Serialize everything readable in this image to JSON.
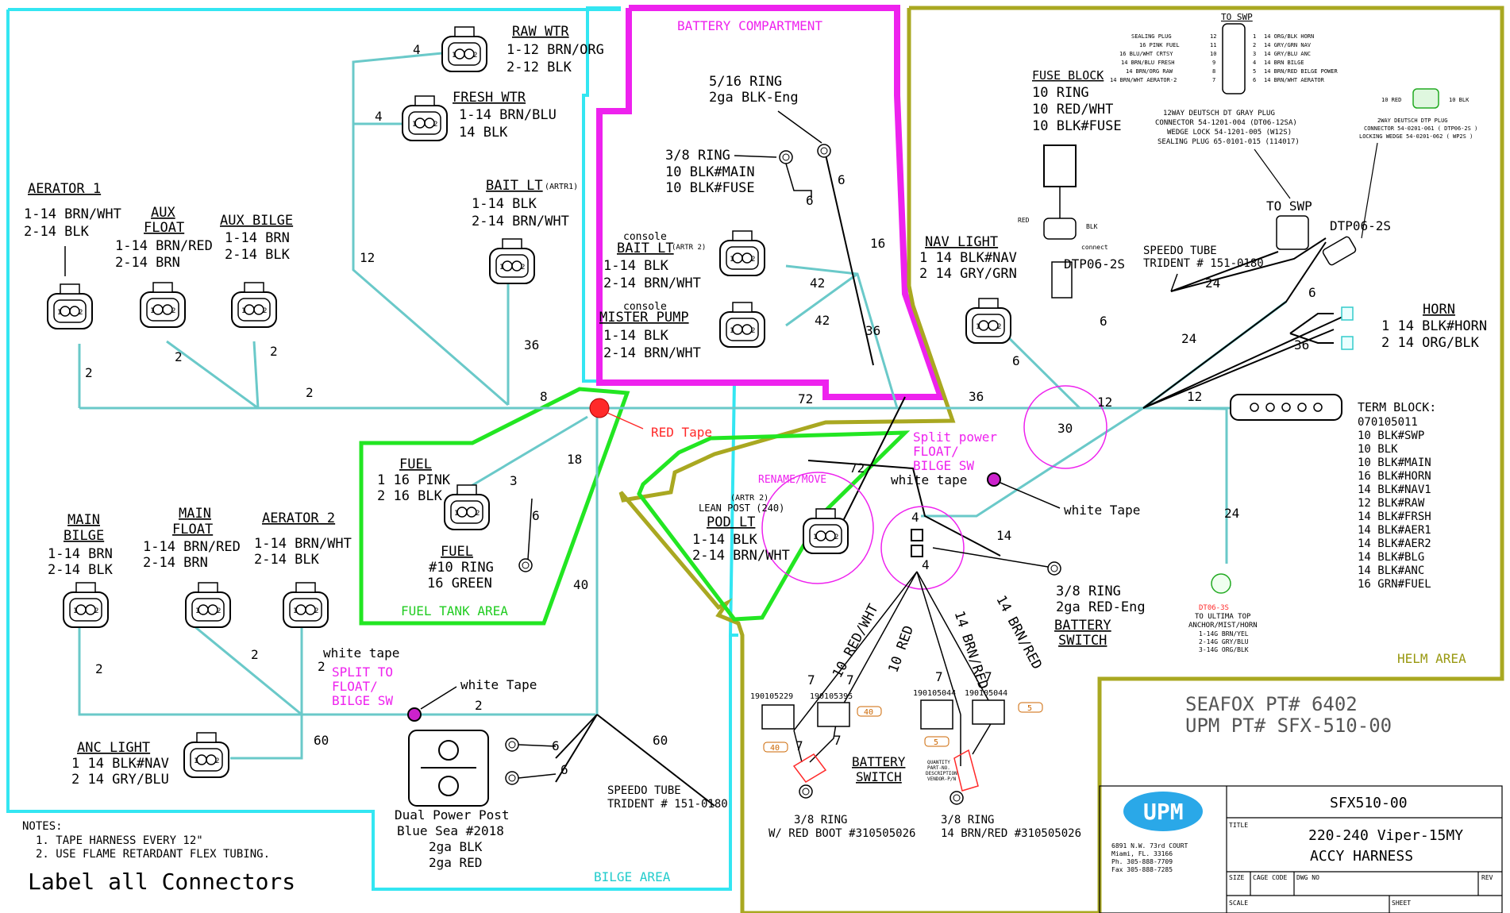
{
  "areas": {
    "battery_compartment": "BATTERY COMPARTMENT",
    "fuel_tank_area": "FUEL TANK AREA",
    "bilge_area": "BILGE AREA",
    "helm_area": "HELM AREA"
  },
  "connectors": {
    "raw_wtr": {
      "title": "RAW WTR",
      "pin1": "1-12 BRN/ORG",
      "pin2": "2-12 BLK"
    },
    "fresh_wtr": {
      "title": "FRESH WTR",
      "pin1": "1-14 BRN/BLU",
      "pin2": "14 BLK"
    },
    "aerator1": {
      "title": "AERATOR 1",
      "pin1": "1-14 BRN/WHT",
      "pin2": "2-14 BLK"
    },
    "aux_float": {
      "title1": "AUX",
      "title2": "FLOAT",
      "pin1": "1-14 BRN/RED",
      "pin2": "2-14 BRN"
    },
    "aux_bilge": {
      "title": "AUX BILGE",
      "pin1": "1-14 BRN",
      "pin2": "2-14 BLK"
    },
    "bait_lt": {
      "title": "BAIT LT",
      "code": "(ARTR1)",
      "pin1": "1-14 BLK",
      "pin2": "2-14 BRN/WHT"
    },
    "bait_lt2": {
      "caption": "console",
      "title": "BAIT LT",
      "code": "(ARTR 2)",
      "pin1": "1-14 BLK",
      "pin2": "2-14 BRN/WHT"
    },
    "mister_pump": {
      "caption": "console",
      "title": "MISTER PUMP",
      "pin1": "1-14 BLK",
      "pin2": "2-14 BRN/WHT"
    },
    "fuel": {
      "title": "FUEL",
      "pin1": "1 16 PINK",
      "pin2": "2 16 BLK"
    },
    "fuel_ring": {
      "title": "FUEL",
      "line1": "#10 RING",
      "line2": "16 GREEN"
    },
    "main_bilge": {
      "title1": "MAIN",
      "title2": "BILGE",
      "pin1": "1-14 BRN",
      "pin2": "2-14 BLK"
    },
    "main_float": {
      "title1": "MAIN",
      "title2": "FLOAT",
      "pin1": "1-14 BRN/RED",
      "pin2": "2-14 BRN"
    },
    "aerator2": {
      "title": "AERATOR 2",
      "pin1": "1-14 BRN/WHT",
      "pin2": "2-14 BLK"
    },
    "anc_light": {
      "title": "ANC LIGHT",
      "pin1": "1 14 BLK#NAV",
      "pin2": "2 14 GRY/BLU"
    },
    "pod_lt": {
      "code": "(ARTR 2)",
      "caption": "LEAN POST (240)",
      "title": "POD LT",
      "pin1": "1-14 BLK",
      "pin2": "2-14 BRN/WHT",
      "rename": "RENAME/MOVE"
    },
    "nav_light": {
      "title": "NAV LIGHT",
      "pin1": "1 14 BLK#NAV",
      "pin2": "2 14 GRY/GRN"
    },
    "horn": {
      "title": "HORN",
      "pin1": "1 14 BLK#HORN",
      "pin2": "2 14 ORG/BLK"
    }
  },
  "battery_labels": {
    "ring516": "5/16 RING",
    "ring516b": "2ga BLK-Eng",
    "ring38": "3/8 RING",
    "ring38b": "10 BLK#MAIN",
    "ring38c": "10 BLK#FUSE"
  },
  "fuse_block": {
    "title": "FUSE BLOCK",
    "l1": "10 RING",
    "l2": "10 RED/WHT",
    "l3": "10 BLK#FUSE",
    "red": "RED",
    "blk": "BLK",
    "connect": "connect",
    "dtp": "DTP06-2S"
  },
  "to_swp": {
    "title": "TO SWP",
    "left_pins": [
      "SEALING PLUG",
      "16 PINK FUEL",
      "16 BLU/WHT CRTSY",
      "14 BRN/BLU FRESH",
      "14 BRN/ORG RAW",
      "14 BRN/WHT AERATOR-2"
    ],
    "left_nums": [
      "12",
      "11",
      "10",
      "9",
      "8",
      "7"
    ],
    "right_nums": [
      "1",
      "2",
      "3",
      "4",
      "5",
      "6"
    ],
    "right_pins": [
      "14 ORG/BLK HORN",
      "14 GRY/GRN NAV",
      "14 GRY/BLU ANC",
      "14 BRN BILGE",
      "14 BRN/RED BILGE POWER",
      "14 BRN/WHT AERATOR"
    ],
    "caption1": "12WAY DEUTSCH DT GRAY PLUG",
    "caption2": "CONNECTOR 54-1201-004 (DT06-12SA)",
    "caption3": "WEDGE LOCK 54-1201-005 (W12S)",
    "caption4": "SEALING PLUG 65-0101-015 (114017)",
    "label2": "TO SWP"
  },
  "dtp2way": {
    "red": "10 RED",
    "blk": "10 BLK",
    "c1": "2WAY DEUTSCH DTP PLUG",
    "c2": "CONNECTOR 54-0201-061 ( DTP06-2S )",
    "c3": "LOCKING WEDGE 54-0201-062 ( WP2S )",
    "label": "DTP06-2S"
  },
  "speedo_helm": {
    "l1": "SPEEDO TUBE",
    "l2": "TRIDENT # 151-0180"
  },
  "speedo_bilge": {
    "l1": "SPEEDO TUBE",
    "l2": "TRIDENT # 151-0180"
  },
  "term_block": {
    "title": "TERM BLOCK:",
    "lines": [
      "070105011",
      "10 BLK#SWP",
      "10 BLK",
      "10 BLK#MAIN",
      "16 BLK#HORN",
      "14 BLK#NAV1",
      "12 BLK#RAW",
      "14 BLK#FRSH",
      "14 BLK#AER1",
      "14 BLK#AER2",
      "14 BLK#BLG",
      "14 BLK#ANC",
      "16 GRN#FUEL"
    ]
  },
  "dt06": {
    "title": "DT06-3S",
    "l1": "TO ULTIMA TOP",
    "l2": "ANCHOR/MIST/HORN",
    "l3": "1-14G BRN/YEL",
    "l4": "2-14G GRY/BLU",
    "l5": "3-14G ORG/BLK"
  },
  "tape": {
    "red": "RED Tape",
    "split_helm1": "Split power",
    "split_helm2": "FLOAT/",
    "split_helm3": "BILGE SW",
    "white_helm": "white tape",
    "white_helm2": "white Tape",
    "split_bilge1": "SPLIT TO",
    "split_bilge2": "FLOAT/",
    "split_bilge3": "BILGE SW",
    "white_bilge": "white tape",
    "white_bilge2": "white Tape"
  },
  "battery_switch": {
    "ring": "3/8 RING",
    "ring2": "2ga RED-Eng",
    "label1": "BATTERY",
    "label2": "SWITCH"
  },
  "switch_parts": {
    "p1": "190105229",
    "p2": "190105395",
    "p3": "190105044",
    "p4": "190105044",
    "tag40a": "40",
    "tag40b": "40",
    "tag5a": "5",
    "tag5b": "5",
    "w1": "10 RED/WHT",
    "w2": "10 RED",
    "w3": "14 BRN/RED",
    "w4": "14 BRN/RED",
    "bs1": "BATTERY",
    "bs2": "SWITCH",
    "ringA1": "3/8 RING",
    "ringA2": "W/ RED BOOT #310505026",
    "ringB1": "3/8 RING",
    "ringB2": "14 BRN/RED #310505026",
    "qty1": "QUANTITY",
    "qty2": "PART-NO.",
    "qty3": "DESCRIPTION",
    "qty4": "VENDOR-P/N"
  },
  "power_post": {
    "l1": "Dual Power Post",
    "l2": "Blue Sea #2018",
    "l3": "2ga BLK",
    "l4": "2ga RED"
  },
  "notes": {
    "title": "NOTES:",
    "n1": "1. TAPE HARNESS EVERY 12\"",
    "n2": "2. USE FLAME RETARDANT FLEX TUBING.",
    "label_all": "Label all Connectors"
  },
  "title_block": {
    "seafox": "SEAFOX PT# 6402",
    "upm": "UPM PT# SFX-510-00",
    "logo": "UPM",
    "addr1": "6891 N.W. 73rd COURT",
    "addr2": "Miami, FL. 33166",
    "addr3": "Ph. 305-888-7709",
    "addr4": "Fax 305-888-7285",
    "part": "SFX510-00",
    "title_lbl": "TITLE",
    "title1": "220-240 Viper-15MY",
    "title2": "ACCY HARNESS",
    "size": "SIZE",
    "cage": "CAGE CODE",
    "dwg": "DWG NO",
    "rev": "REV",
    "scale": "SCALE",
    "sheet": "SHEET"
  },
  "wire_counts": {
    "c4a": "4",
    "c4b": "4",
    "c12": "12",
    "c36a": "36",
    "c2a": "2",
    "c2b": "2",
    "c2c": "2",
    "c2d": "2",
    "c8": "8",
    "c72a": "72",
    "c6a": "6",
    "c6b": "6",
    "c16": "16",
    "c42a": "42",
    "c42b": "42",
    "c36b": "36",
    "c18": "18",
    "c3": "3",
    "c6c": "6",
    "c40": "40",
    "c2e": "2",
    "c2f": "2",
    "c2g": "2",
    "c2h": "2",
    "c60a": "60",
    "c60b": "60",
    "c6d": "6",
    "c6e": "6",
    "c72b": "72",
    "c36c": "36",
    "c6f": "6",
    "c12b": "12",
    "c12c": "12",
    "c30": "30",
    "c24a": "24",
    "c24b": "24",
    "c24c": "24",
    "c6g": "6",
    "c36d": "36",
    "c6h": "6",
    "c4c": "4",
    "c4d": "4",
    "c14": "14",
    "c7a": "7",
    "c7b": "7",
    "c7c": "7",
    "c7d": "7",
    "c7e": "7",
    "c7f": "7"
  }
}
